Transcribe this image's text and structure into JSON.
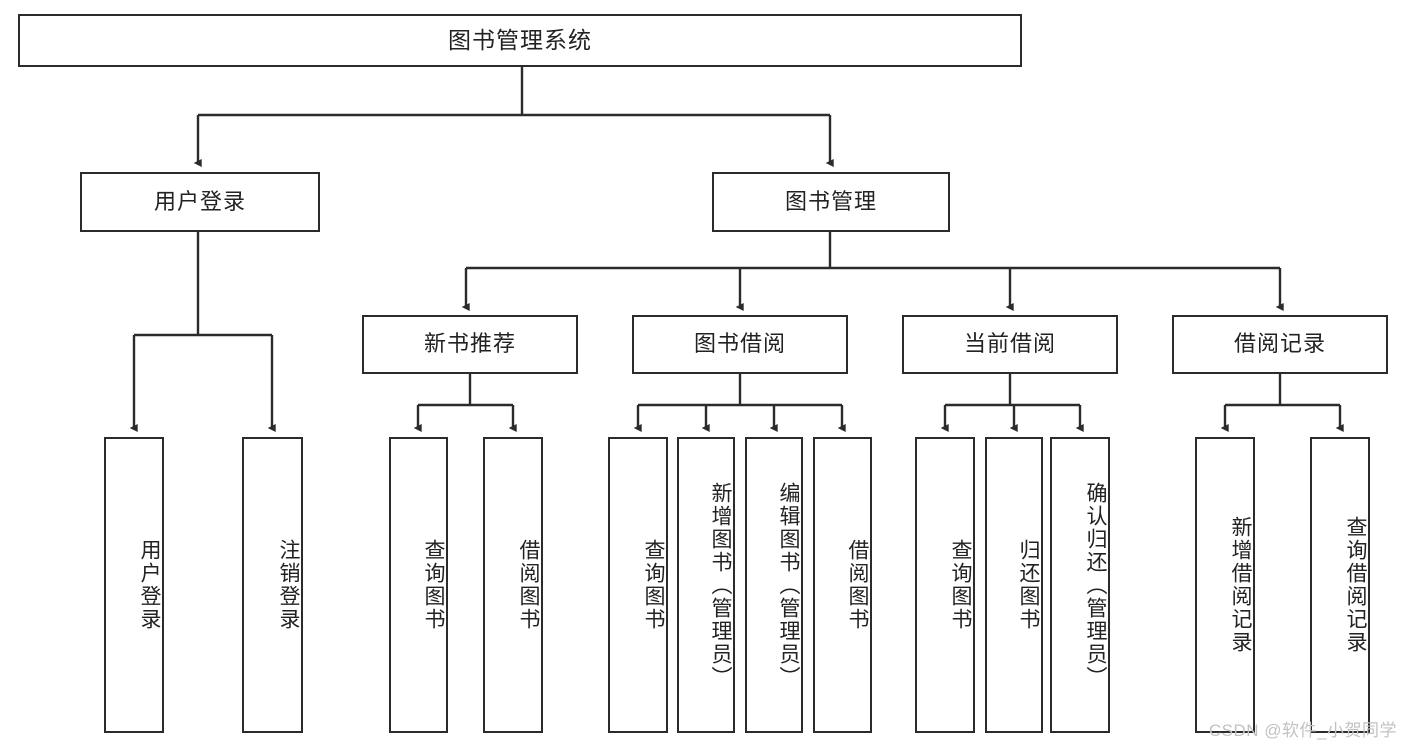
{
  "diagram": {
    "title": "图书管理系统",
    "watermark": "CSDN @软件_小贺同学",
    "colors": {
      "box_border": "#2b2b2b",
      "connector": "#2b2b2b",
      "background": "#ffffff",
      "text": "#222222",
      "watermark": "#c2c2c2"
    },
    "levels": {
      "root": {
        "label": "图书管理系统"
      },
      "level2": [
        {
          "label": "用户登录"
        },
        {
          "label": "图书管理"
        }
      ],
      "level3": [
        {
          "label": "新书推荐"
        },
        {
          "label": "图书借阅"
        },
        {
          "label": "当前借阅"
        },
        {
          "label": "借阅记录"
        }
      ],
      "leaves": {
        "user_login": [
          {
            "label": "用户登录"
          },
          {
            "label": "注销登录"
          }
        ],
        "new_book_recommend": [
          {
            "label": "查询图书"
          },
          {
            "label": "借阅图书"
          }
        ],
        "book_borrow": [
          {
            "label": "查询图书"
          },
          {
            "label": "新增图书（管理员）"
          },
          {
            "label": "编辑图书（管理员）"
          },
          {
            "label": "借阅图书"
          }
        ],
        "current_borrow": [
          {
            "label": "查询图书"
          },
          {
            "label": "归还图书"
          },
          {
            "label": "确认归还（管理员）"
          }
        ],
        "borrow_records": [
          {
            "label": "新增借阅记录"
          },
          {
            "label": "查询借阅记录"
          }
        ]
      }
    }
  }
}
